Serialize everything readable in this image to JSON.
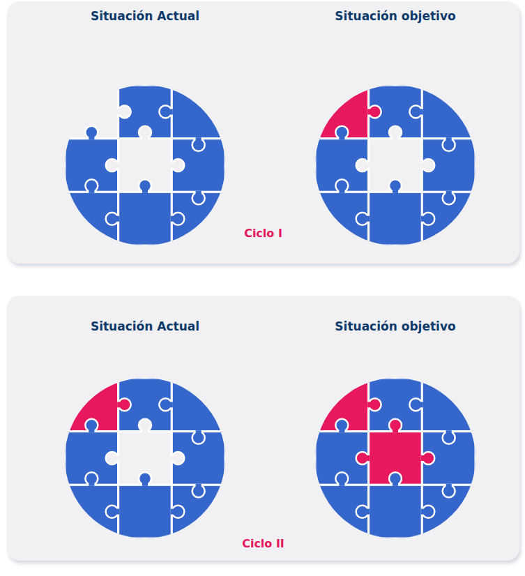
{
  "diagram": {
    "nodes": [
      {
        "text": [
          "Ciclo I"
        ]
      },
      {
        "text": [
          "Situación Actual"
        ],
        "in": 0
      },
      {
        "text": [
          "Situación objetivo"
        ],
        "in": 0
      },
      {
        "text": [
          "Ciclo II"
        ]
      },
      {
        "text": [
          "Situación Actual"
        ],
        "in": 3
      },
      {
        "text": [
          "Situación objetivo"
        ],
        "in": 3
      }
    ]
  }
}
